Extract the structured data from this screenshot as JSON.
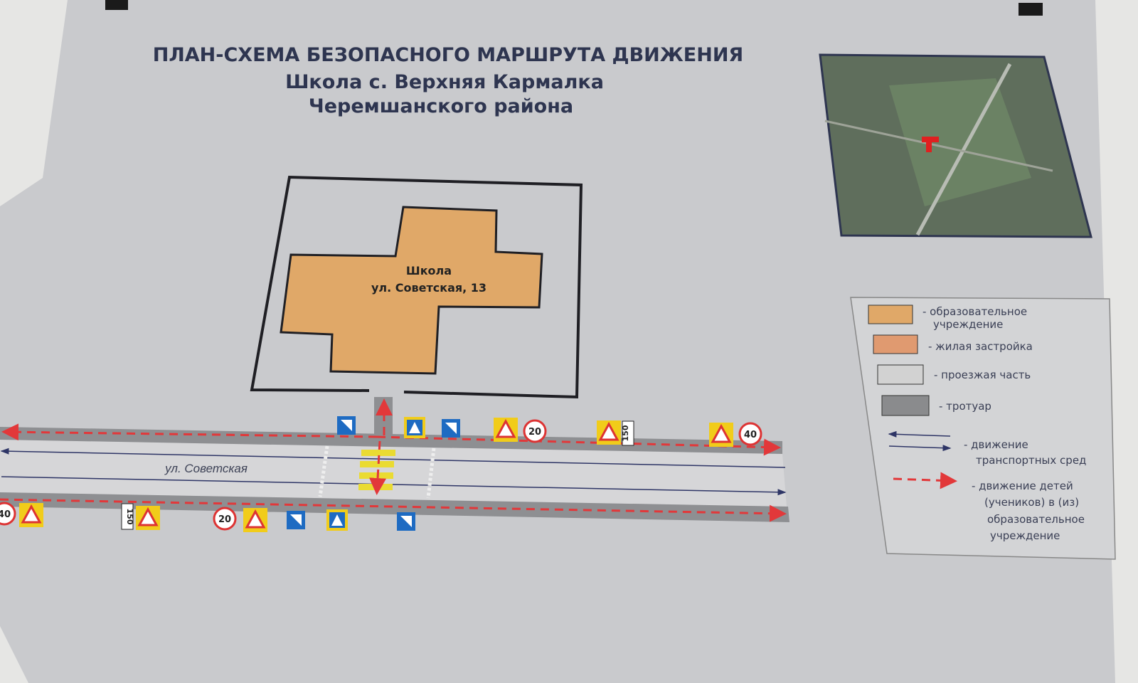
{
  "poster": {
    "title_line1": "ПЛАН-СХЕМА БЕЗОПАСНОГО МАРШРУТА ДВИЖЕНИЯ",
    "title_line2": "Школа с. Верхняя Кармалка",
    "title_line3": "Черемшанского района"
  },
  "school": {
    "name": "Школа",
    "address": "ул. Советская, 13"
  },
  "street": {
    "name": "ул. Советская"
  },
  "signs": {
    "speed_20": "20",
    "speed_40": "40",
    "distance_150": "150"
  },
  "legend": {
    "items": [
      {
        "label_line1": "- образовательное",
        "label_line2": "учреждение",
        "color": "#e0a868"
      },
      {
        "label_line1": "- жилая застройка",
        "color": "#e09a70"
      },
      {
        "label_line1": "- проезжая часть",
        "color": "#d2d2d2"
      },
      {
        "label_line1": "- тротуар",
        "color": "#8a8b8d"
      },
      {
        "label_line1": "- движение",
        "label_line2": "транспортных сред"
      },
      {
        "label_line1": "- движение детей",
        "label_line2": "(учеников) в (из)",
        "label_line3": "образовательное",
        "label_line4": "учреждение"
      }
    ]
  },
  "colors": {
    "poster": "#c9cacd",
    "sidewalk": "#8e8f92",
    "route": "#e2383a",
    "traffic": "#2e3566",
    "sign_blue": "#1e6bc2",
    "sign_yellow": "#f1cc1a"
  }
}
